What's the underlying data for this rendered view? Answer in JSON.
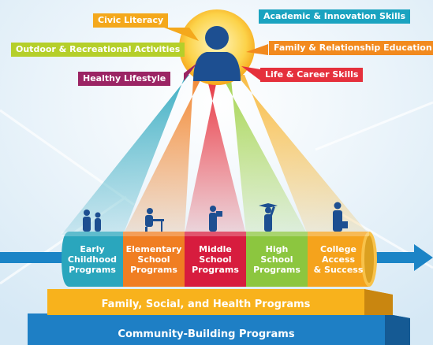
{
  "skills": [
    {
      "label": "Civic Literacy",
      "color": "#f4a81c"
    },
    {
      "label": "Academic & Innovation Skills",
      "color": "#1aa3c0"
    },
    {
      "label": "Outdoor & Recreational Activities",
      "color": "#b5cf2a"
    },
    {
      "label": "Family & Relationship Education",
      "color": "#f28a1e"
    },
    {
      "label": "Healthy Lifestyle",
      "color": "#9b2464"
    },
    {
      "label": "Life & Career Skills",
      "color": "#e5303c"
    }
  ],
  "programs": [
    {
      "label": "Early\nChildhood\nPrograms",
      "color": "#2aa6bd"
    },
    {
      "label": "Elementary\nSchool\nPrograms",
      "color": "#f07e22"
    },
    {
      "label": "Middle\nSchool\nPrograms",
      "color": "#d71c3e"
    },
    {
      "label": "High\nSchool\nPrograms",
      "color": "#8cc63f"
    },
    {
      "label": "College\nAccess\n& Success",
      "color": "#f5a31c"
    }
  ],
  "bands": {
    "family": "Family, Social, and Health Programs",
    "community": "Community-Building Programs"
  },
  "icons": [
    "person-silhouette-icon",
    "children-icon",
    "student-desk-icon",
    "reader-icon",
    "graduate-icon",
    "professional-icon",
    "arrow-right-icon"
  ]
}
